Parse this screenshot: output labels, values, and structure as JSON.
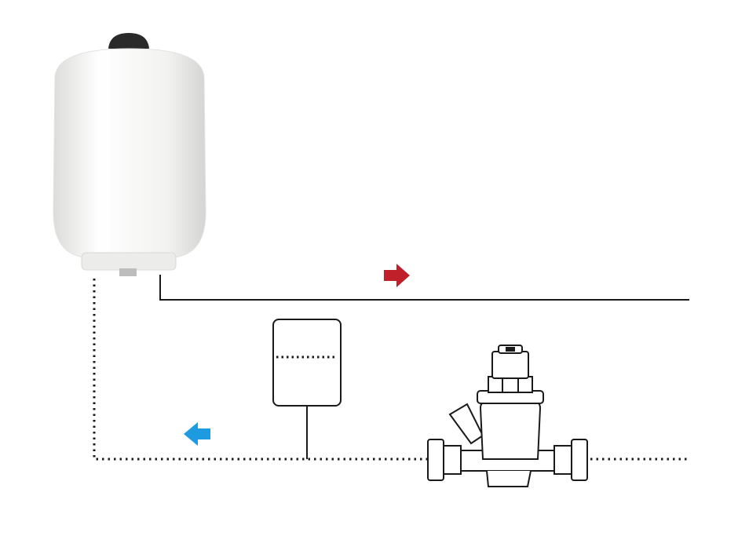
{
  "diagram": {
    "colors": {
      "background": "#ffffff",
      "line": "#1a1a1a",
      "tank_body": "#f4f4f2",
      "tank_cap": "#2a2a2a",
      "hot_arrow": "#c0202a",
      "cold_arrow": "#1e9be0"
    },
    "components": [
      "expansion-vessel",
      "hot-pipe",
      "cold-pipe",
      "expansion-chamber",
      "pressure-reducing-valve"
    ],
    "arrows": [
      {
        "name": "hot-flow-arrow",
        "direction": "right"
      },
      {
        "name": "cold-flow-arrow",
        "direction": "left"
      }
    ]
  }
}
